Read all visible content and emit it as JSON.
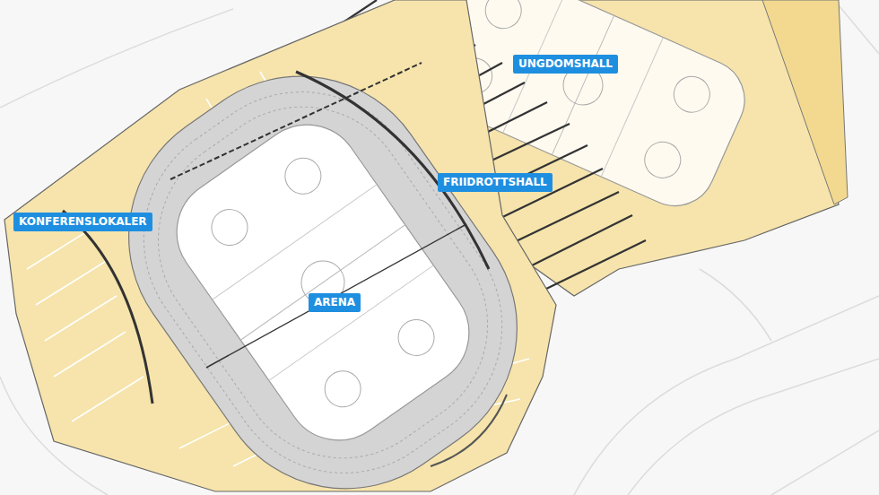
{
  "diagram": {
    "nodes": [
      {
        "text": [
          "UNGDOMSHALL"
        ]
      },
      {
        "text": [
          "FRIIDROTTSHALL"
        ]
      },
      {
        "text": [
          "KONFERENSLOKALER"
        ]
      },
      {
        "text": [
          "ARENA"
        ]
      }
    ]
  }
}
